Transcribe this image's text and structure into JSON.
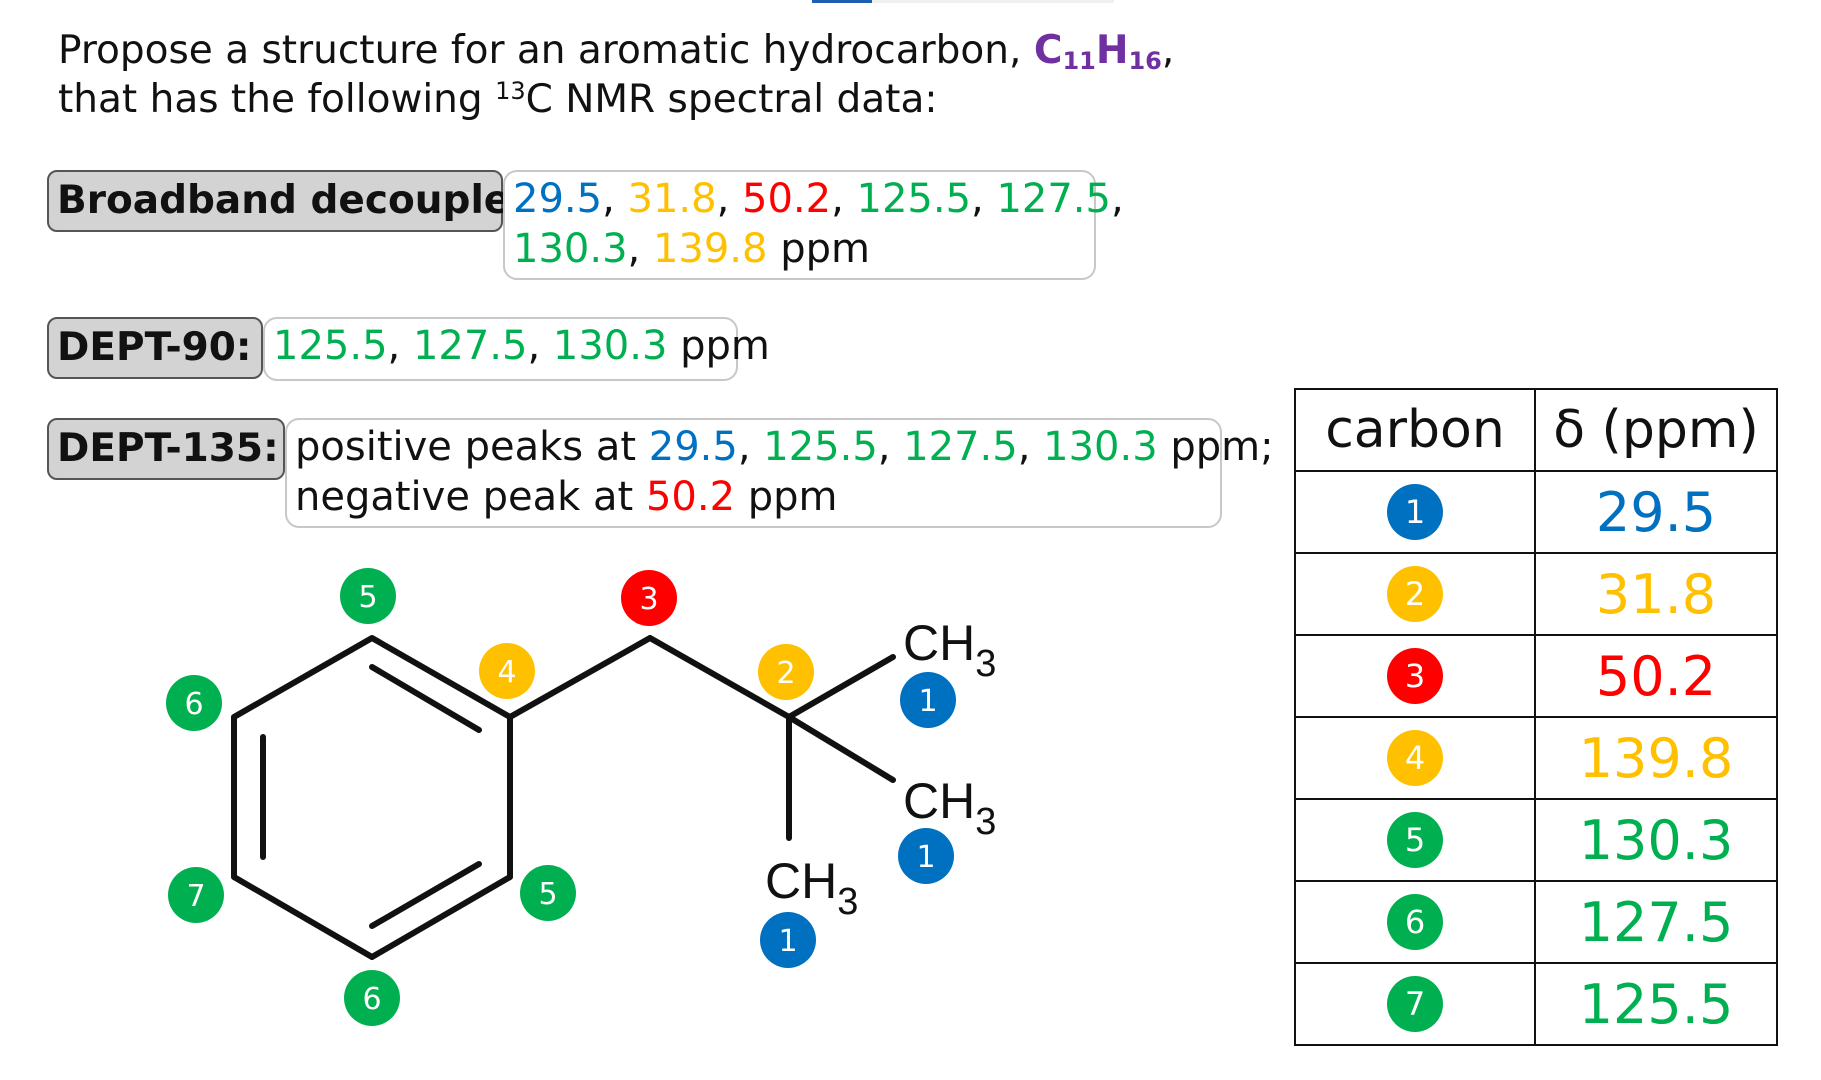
{
  "question": {
    "line1_prefix": "Propose a structure for an aromatic hydrocarbon, ",
    "formula_c": "C",
    "formula_c_sub": "11",
    "formula_h": "H",
    "formula_h_sub": "16",
    "line1_suffix": ",",
    "line2_prefix": "that has the following ",
    "line2_sup": "13",
    "line2_suffix": "C NMR spectral data:"
  },
  "broadband": {
    "label": "Broadband decoupled:",
    "values": [
      "29.5",
      "31.8",
      "50.2",
      "125.5",
      "127.5",
      "130.3",
      "139.8"
    ],
    "unit": "ppm"
  },
  "dept90": {
    "label": "DEPT-90:",
    "values": [
      "125.5",
      "127.5",
      "130.3"
    ],
    "unit": "ppm"
  },
  "dept135": {
    "label": "DEPT-135:",
    "positive_text": "positive peaks at ",
    "positive_values": [
      "29.5",
      "125.5",
      "127.5",
      "130.3"
    ],
    "positive_unit": "ppm;",
    "negative_text": "negative peak at ",
    "negative_value": "50.2",
    "negative_unit": "ppm"
  },
  "molecule": {
    "groups": {
      "ch3_top": "CH",
      "ch3_mid": "CH",
      "ch3_bottom": "CH",
      "sub": "3"
    },
    "markers": {
      "m5_top": "5",
      "m6_left": "6",
      "m4": "4",
      "m3": "3",
      "m2": "2",
      "m1_top": "1",
      "m1_mid": "1",
      "m1_bottom": "1",
      "m7": "7",
      "m5_right": "5",
      "m6_bottom": "6"
    }
  },
  "table": {
    "header_carbon": "carbon",
    "header_shift": "δ (ppm)",
    "rows": [
      {
        "carbon": "1",
        "shift": "29.5"
      },
      {
        "carbon": "2",
        "shift": "31.8"
      },
      {
        "carbon": "3",
        "shift": "50.2"
      },
      {
        "carbon": "4",
        "shift": "139.8"
      },
      {
        "carbon": "5",
        "shift": "130.3"
      },
      {
        "carbon": "6",
        "shift": "127.5"
      },
      {
        "carbon": "7",
        "shift": "125.5"
      }
    ]
  },
  "colors": {
    "carbon1": "#0070c0",
    "carbon2": "#ffc000",
    "carbon3": "#ff0000",
    "carbon4": "#ffc000",
    "carbon5": "#00b050",
    "carbon6": "#00b050",
    "carbon7": "#00b050",
    "formula": "#7030a0"
  }
}
